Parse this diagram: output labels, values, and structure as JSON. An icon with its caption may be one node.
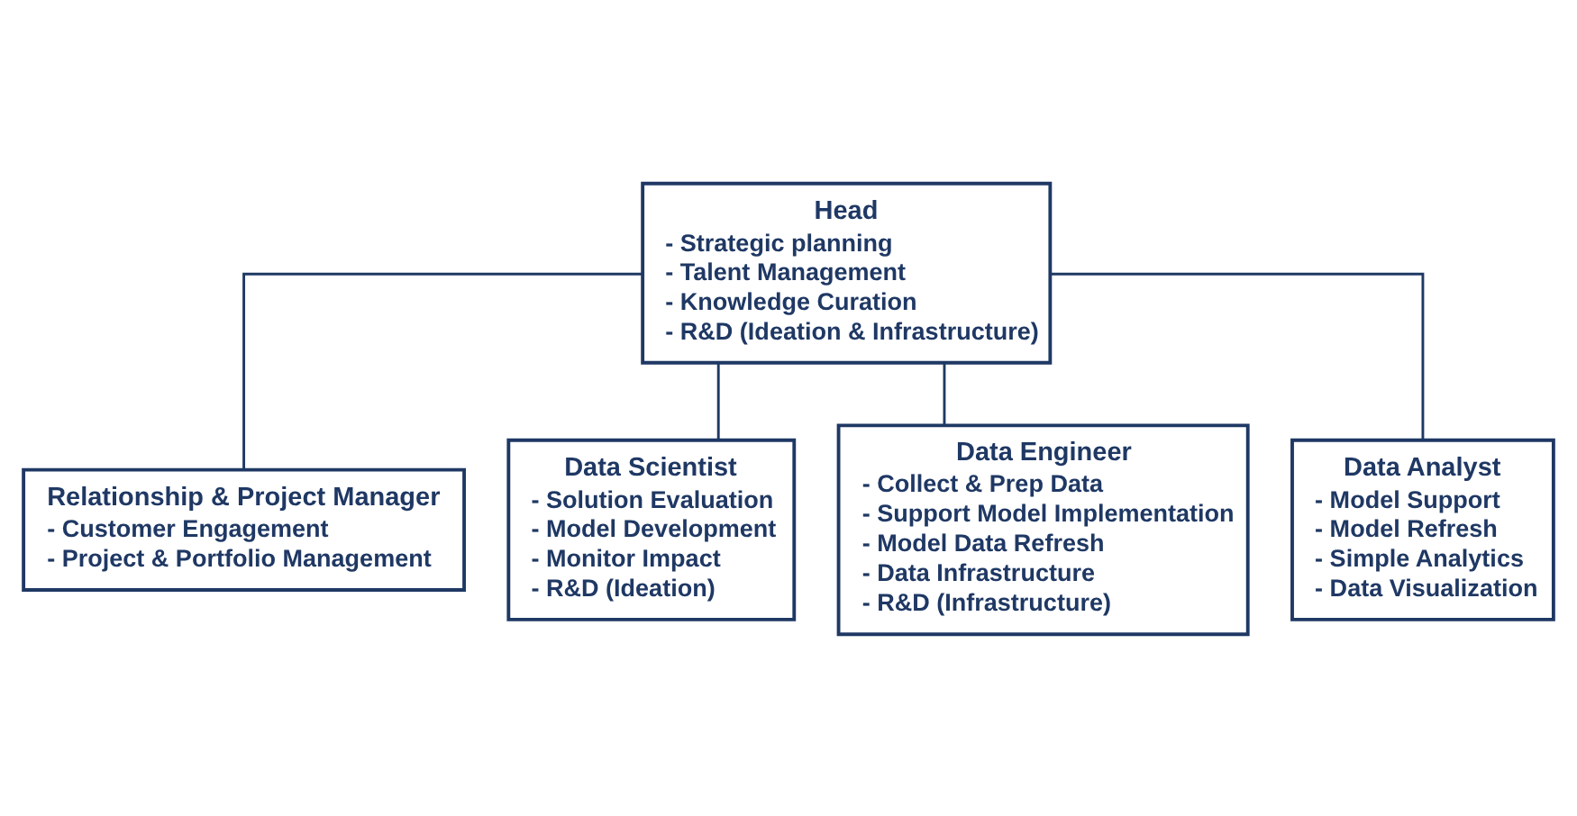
{
  "diagram": {
    "nodes": [
      {
        "text": [
          "Head",
          "- Strategic planning",
          "- Talent Management",
          "- Knowledge Curation",
          "- R&D (Ideation & Infrastructure)"
        ]
      },
      {
        "text": [
          "Relationship & Project Manager",
          "- Customer Engagement",
          "- Project & Portfolio Management"
        ]
      },
      {
        "text": [
          "Data Scientist",
          "- Solution Evaluation",
          "- Model Development",
          "- Monitor Impact",
          "- R&D (Ideation)"
        ]
      },
      {
        "text": [
          "Data Engineer",
          "- Collect & Prep Data",
          "- Support Model Implementation",
          "- Model Data Refresh",
          "- Data Infrastructure",
          "- R&D (Infrastructure)"
        ]
      },
      {
        "text": [
          "Data Analyst",
          "- Model Support",
          "- Model Refresh",
          "- Simple Analytics",
          "- Data Visualization"
        ]
      }
    ],
    "edges": [
      {
        "from": 0,
        "to": 1,
        "arrow": "none"
      },
      {
        "from": 0,
        "to": 2,
        "arrow": "none"
      },
      {
        "from": 0,
        "to": 3,
        "arrow": "none"
      },
      {
        "from": 0,
        "to": 4,
        "arrow": "none"
      }
    ]
  }
}
